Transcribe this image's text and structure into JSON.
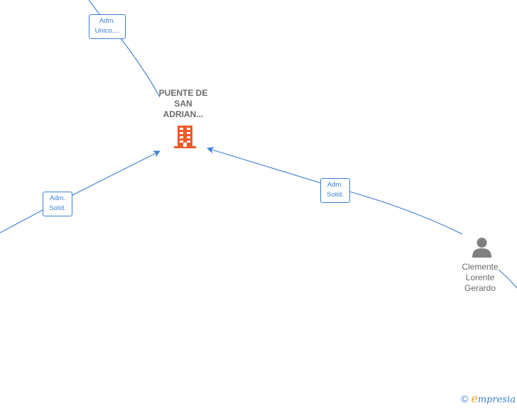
{
  "nodes": {
    "company": {
      "name_lines": [
        "PUENTE DE",
        "SAN",
        "ADRIAN..."
      ],
      "icon": "building-icon",
      "color": "#f05a28"
    },
    "person": {
      "name_lines": [
        "Clemente",
        "Lorente",
        "Gerardo"
      ],
      "icon": "person-icon",
      "color": "#808080"
    }
  },
  "edges": [
    {
      "id": "top",
      "label_lines": [
        "Adm.",
        "Unico,..."
      ]
    },
    {
      "id": "left",
      "label_lines": [
        "Adm.",
        "Solid."
      ]
    },
    {
      "id": "right",
      "label_lines": [
        "Adm.",
        "Solid."
      ]
    }
  ],
  "colors": {
    "edge": "#3b7fd4",
    "brand_orange": "#f0a020",
    "brand_blue": "#3b7fd4"
  },
  "footer": {
    "copyright_symbol": "©",
    "brand_initial": "e",
    "brand_rest": "mpresia"
  }
}
